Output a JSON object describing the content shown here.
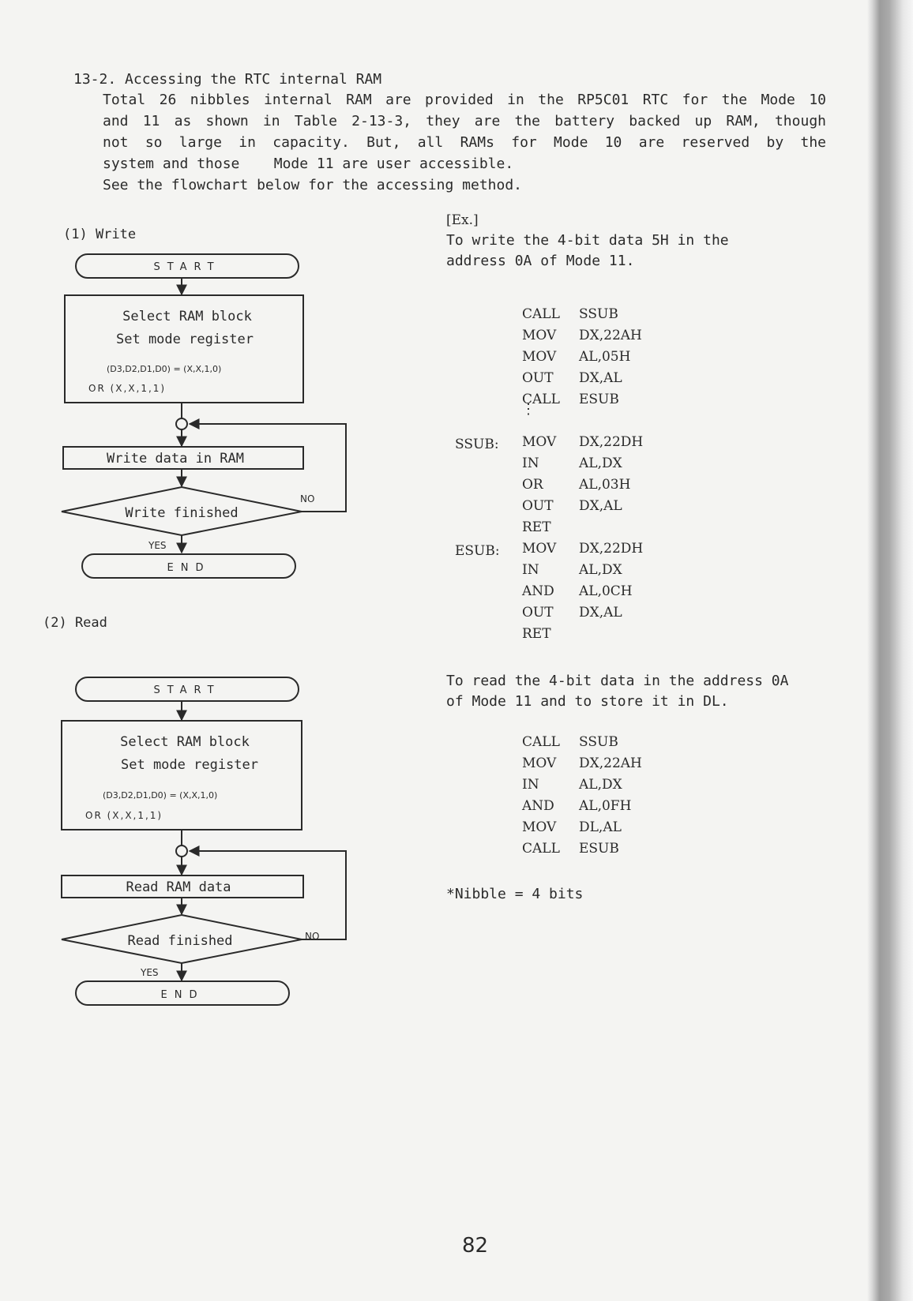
{
  "section": {
    "heading": "13-2. Accessing the RTC internal RAM",
    "paragraph_lines": [
      "Total 26 nibbles internal RAM are provided in the RP5C01 RTC for the Mode 10",
      "and 11 as shown in Table 2-13-3, they are the battery backed up RAM, though",
      "not so large in capacity.  But, all RAMs for Mode 10 are reserved by the",
      "system and those    Mode 11 are user accessible.",
      "See the flowchart below for the accessing method."
    ]
  },
  "write_flow": {
    "label": "(1) Write",
    "start": "START",
    "box_line1": "Select RAM block",
    "box_line2": "Set mode register",
    "box_line3": "(D3,D2,D1,D0) = (X,X,1,0)",
    "box_line4": "OR (X,X,1,1)",
    "process": "Write data in RAM",
    "decision": "Write finished",
    "no": "NO",
    "yes": "YES",
    "end": "END"
  },
  "read_flow": {
    "label": "(2) Read",
    "start": "START",
    "box_line1": "Select RAM block",
    "box_line2": "Set mode register",
    "box_line3": "(D3,D2,D1,D0) = (X,X,1,0)",
    "box_line4": "OR (X,X,1,1)",
    "process": "Read RAM data",
    "decision": "Read finished",
    "no": "NO",
    "yes": "YES",
    "end": "END"
  },
  "example": {
    "tag": "[Ex.]",
    "write_desc_line1": "To write the 4-bit data 5H in the",
    "write_desc_line2": "address 0A of Mode 11.",
    "write_code": [
      {
        "op": "CALL",
        "arg": "SSUB"
      },
      {
        "op": "MOV",
        "arg": "DX,22AH"
      },
      {
        "op": "MOV",
        "arg": "AL,05H"
      },
      {
        "op": "OUT",
        "arg": "DX,AL"
      },
      {
        "op": "CALL",
        "arg": "ESUB"
      }
    ],
    "ellipsis": "⋮",
    "ssub_label": "SSUB:",
    "ssub_code": [
      {
        "op": "MOV",
        "arg": "DX,22DH"
      },
      {
        "op": "IN",
        "arg": "AL,DX"
      },
      {
        "op": "OR",
        "arg": "AL,03H"
      },
      {
        "op": "OUT",
        "arg": "DX,AL"
      },
      {
        "op": "RET",
        "arg": ""
      }
    ],
    "esub_label": "ESUB:",
    "esub_code": [
      {
        "op": "MOV",
        "arg": "DX,22DH"
      },
      {
        "op": "IN",
        "arg": "AL,DX"
      },
      {
        "op": "AND",
        "arg": "AL,0CH"
      },
      {
        "op": "OUT",
        "arg": "DX,AL"
      },
      {
        "op": "RET",
        "arg": ""
      }
    ],
    "read_desc_line1": "To read the 4-bit data in the address 0A",
    "read_desc_line2": "of Mode 11 and to store it in DL.",
    "read_code": [
      {
        "op": "CALL",
        "arg": "SSUB"
      },
      {
        "op": "MOV",
        "arg": "DX,22AH"
      },
      {
        "op": "IN",
        "arg": "AL,DX"
      },
      {
        "op": "AND",
        "arg": "AL,0FH"
      },
      {
        "op": "MOV",
        "arg": "DL,AL"
      },
      {
        "op": "CALL",
        "arg": "ESUB"
      }
    ],
    "note": "*Nibble = 4 bits"
  },
  "page_number": "82"
}
